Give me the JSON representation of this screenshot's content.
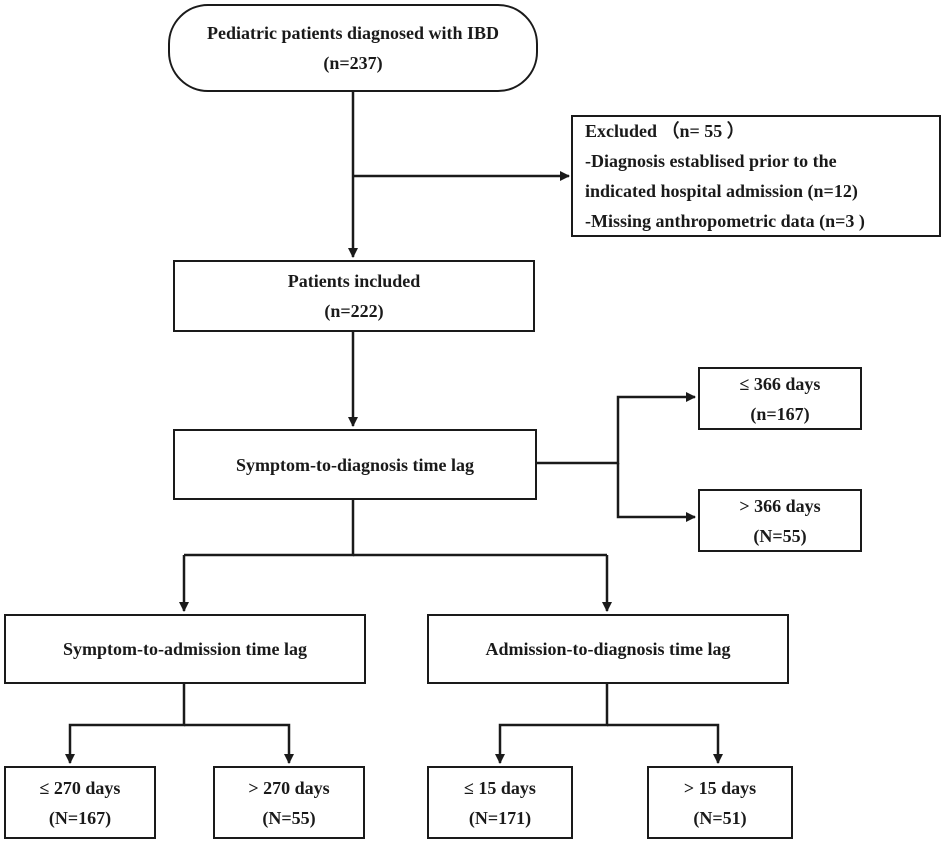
{
  "boxes": {
    "start": {
      "line1": "Pediatric patients diagnosed with IBD",
      "line2": "(n=237)"
    },
    "excluded": {
      "title": "Excluded （n= 55 ）",
      "reason1": "-Diagnosis establised prior to the",
      "reason1b": "indicated hospital admission (n=12)",
      "reason2": "-Missing anthropometric data (n=3 )"
    },
    "included": {
      "line1": "Patients included",
      "line2": "(n=222)"
    },
    "std": {
      "line1": "Symptom-to-diagnosis time lag"
    },
    "std_le": {
      "line1": "≤ 366 days",
      "line2": "(n=167)"
    },
    "std_gt": {
      "line1": "> 366 days",
      "line2": "(N=55)"
    },
    "sta": {
      "line1": "Symptom-to-admission time lag"
    },
    "atd": {
      "line1": "Admission-to-diagnosis time lag"
    },
    "sta_le": {
      "line1": "≤ 270 days",
      "line2": "(N=167)"
    },
    "sta_gt": {
      "line1": ">  270 days",
      "line2": "(N=55)"
    },
    "atd_le": {
      "line1": "≤ 15 days",
      "line2": "(N=171)"
    },
    "atd_gt": {
      "line1": "> 15 days",
      "line2": "(N=51)"
    }
  }
}
